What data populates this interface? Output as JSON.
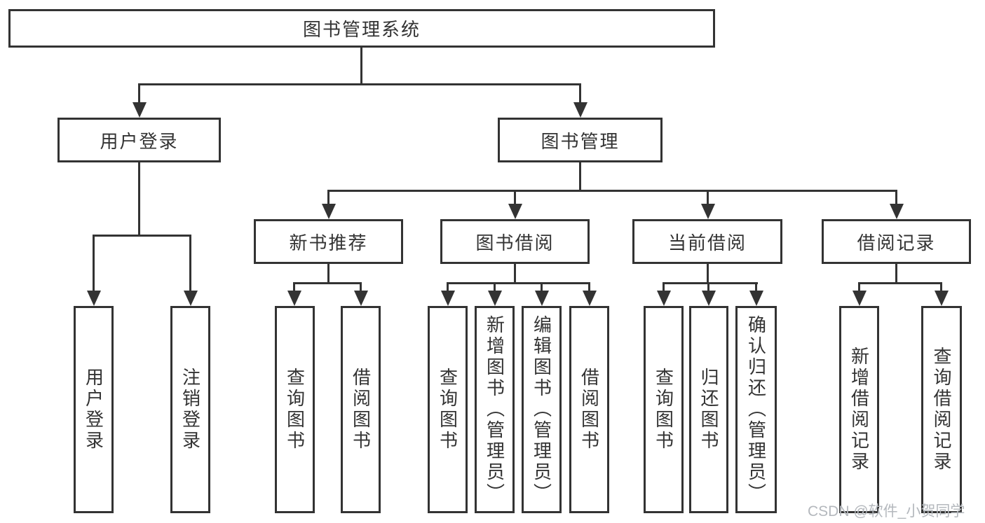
{
  "tree": {
    "root": {
      "label": "图书管理系统"
    },
    "branches": [
      {
        "label": "用户登录",
        "children": [
          {
            "label": "用户登录"
          },
          {
            "label": "注销登录"
          }
        ]
      },
      {
        "label": "图书管理",
        "children": [
          {
            "label": "新书推荐",
            "children": [
              {
                "label": "查询图书"
              },
              {
                "label": "借阅图书"
              }
            ]
          },
          {
            "label": "图书借阅",
            "children": [
              {
                "label": "查询图书"
              },
              {
                "label": "新增图书（管理员）"
              },
              {
                "label": "编辑图书（管理员）"
              },
              {
                "label": "借阅图书"
              }
            ]
          },
          {
            "label": "当前借阅",
            "children": [
              {
                "label": "查询图书"
              },
              {
                "label": "归还图书"
              },
              {
                "label": "确认归还（管理员）"
              }
            ]
          },
          {
            "label": "借阅记录",
            "children": [
              {
                "label": "新增借阅记录"
              },
              {
                "label": "查询借阅记录"
              }
            ]
          }
        ]
      }
    ]
  },
  "watermark": "CSDN @软件_小贺同学",
  "colors": {
    "line": "#333333",
    "text": "#333333",
    "background": "#ffffff",
    "watermark": "#b4b8bd"
  }
}
